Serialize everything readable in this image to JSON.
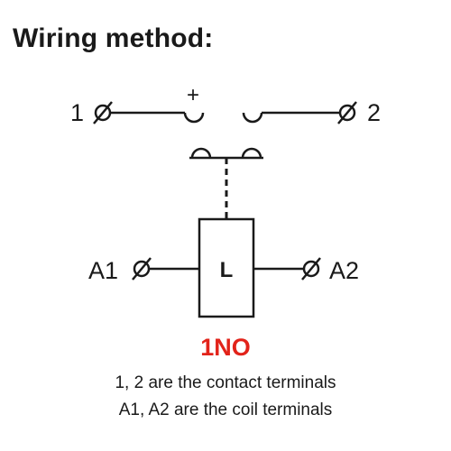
{
  "title": "Wiring method:",
  "terminals": {
    "contact_1": "1",
    "contact_2": "2",
    "coil_1": "A1",
    "coil_2": "A2",
    "plus_sign": "+"
  },
  "coil_label": "L",
  "contact_type": "1NO",
  "notes": [
    "1, 2 are the contact terminals",
    "A1, A2 are the coil terminals"
  ],
  "colors": {
    "line": "#1a1a1a",
    "accent": "#e2231a",
    "background": "#ffffff"
  }
}
